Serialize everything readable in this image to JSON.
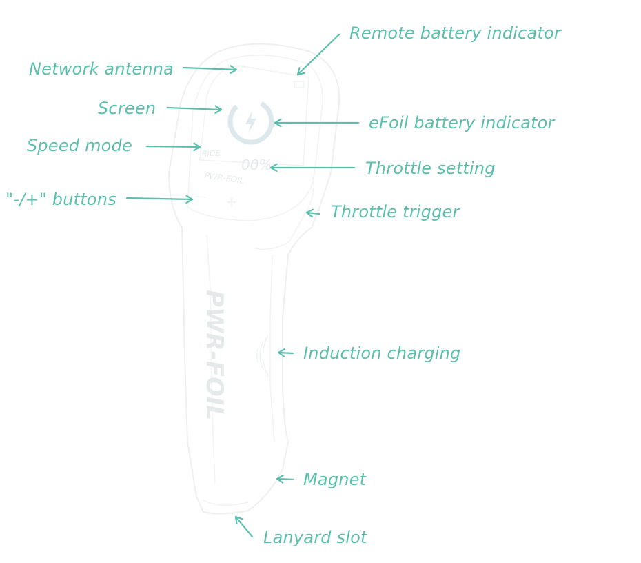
{
  "colors": {
    "label": "#5bbfad",
    "arrow": "#5bbfad",
    "sketch": "#eef0f0",
    "background": "#ffffff"
  },
  "device": {
    "brand_text": "PWR-FOIL",
    "throttle_readout": "00%",
    "speed_mode_text": "RIDE",
    "icons": [
      "antenna-icon",
      "battery-icon",
      "bolt-icon",
      "minus-icon",
      "plus-icon",
      "induction-icon"
    ]
  },
  "callouts": {
    "remote_battery": "Remote battery indicator",
    "network_antenna": "Network antenna",
    "screen": "Screen",
    "efoil_battery": "eFoil battery indicator",
    "speed_mode": "Speed mode",
    "throttle_setting": "Throttle setting",
    "buttons": "\"-/+\" buttons",
    "throttle_trigger": "Throttle trigger",
    "induction_charging": "Induction charging",
    "magnet": "Magnet",
    "lanyard_slot": "Lanyard slot"
  }
}
